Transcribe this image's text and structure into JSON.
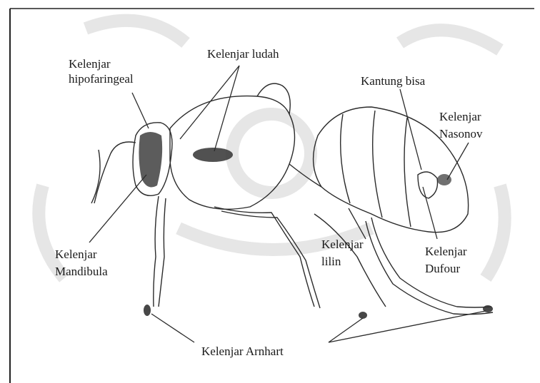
{
  "diagram": {
    "labels": {
      "hypopharyngeal_line1": "Kelenjar",
      "hypopharyngeal_line2": "hipofaringeal",
      "salivary": "Kelenjar ludah",
      "venom_sac": "Kantung bisa",
      "nasonov_line1": "Kelenjar",
      "nasonov_line2": "Nasonov",
      "mandibular_line1": "Kelenjar",
      "mandibular_line2": "Mandibula",
      "wax_line1": "Kelenjar",
      "wax_line2": "lilin",
      "dufour_line1": "Kelenjar",
      "dufour_line2": "Dufour",
      "arnhart": "Kelenjar Arnhart"
    },
    "colors": {
      "line": "#2b2b2b",
      "watermark": "#e6e6e6",
      "gland_fill": "#333333"
    }
  }
}
